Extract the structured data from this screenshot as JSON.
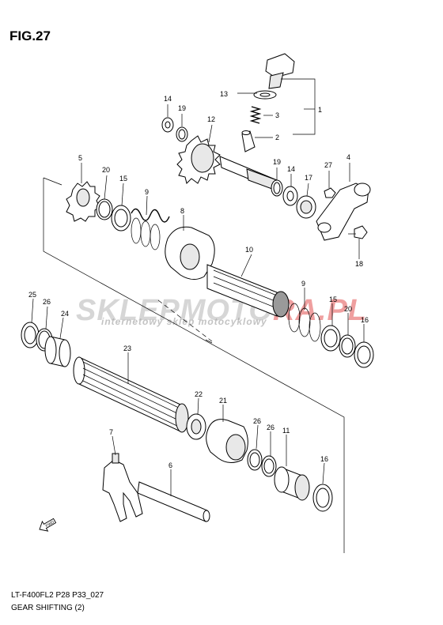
{
  "figure": {
    "title": "FIG.27",
    "model_code": "LT-F400FL2 P28 P33_027",
    "caption": "GEAR SHIFTING (2)",
    "fwd_label": "FWD"
  },
  "watermark": {
    "brand_main": "SKLEPMOTO",
    "brand_accent": "RA.PL",
    "tagline": "internetowy sklep motocyklowy"
  },
  "callouts": {
    "c1": "1",
    "c2": "2",
    "c3": "3",
    "c4": "4",
    "c5": "5",
    "c6": "6",
    "c7": "7",
    "c8": "8",
    "c9a": "9",
    "c9b": "9",
    "c10": "10",
    "c11": "11",
    "c12": "12",
    "c13": "13",
    "c14a": "14",
    "c14b": "14",
    "c15a": "15",
    "c15b": "15",
    "c16a": "16",
    "c16b": "16",
    "c17": "17",
    "c18": "18",
    "c19a": "19",
    "c19b": "19",
    "c20a": "20",
    "c20b": "20",
    "c21": "21",
    "c22": "22",
    "c23": "23",
    "c24": "24",
    "c25": "25",
    "c26a": "26",
    "c26b": "26",
    "c26c": "26",
    "c27": "27"
  }
}
